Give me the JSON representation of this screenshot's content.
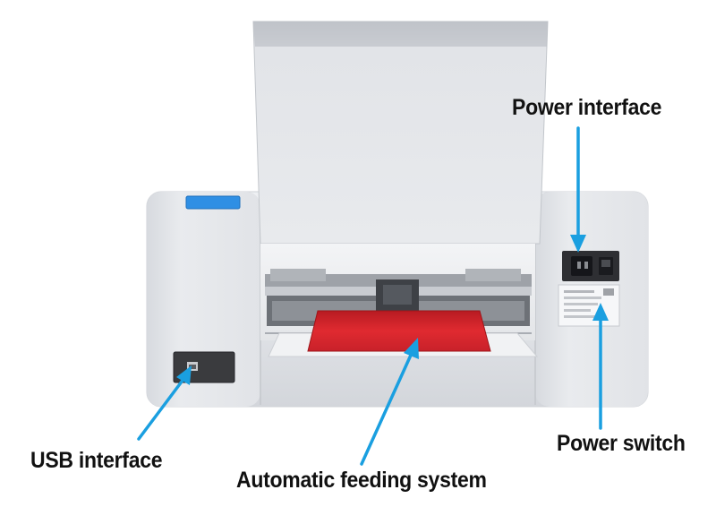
{
  "colors": {
    "arrow": "#1a9fe0",
    "label_text": "#111111",
    "body": "#e9ebee",
    "tray": "#d9252b",
    "usb_port": "#3a3b3e",
    "display": "#2f8fe4"
  },
  "callouts": {
    "power_interface": "Power interface",
    "usb_interface": "USB interface",
    "feeding_system": "Automatic feeding system",
    "power_switch": "Power switch"
  },
  "icons": {
    "arrow": "arrow-icon"
  }
}
